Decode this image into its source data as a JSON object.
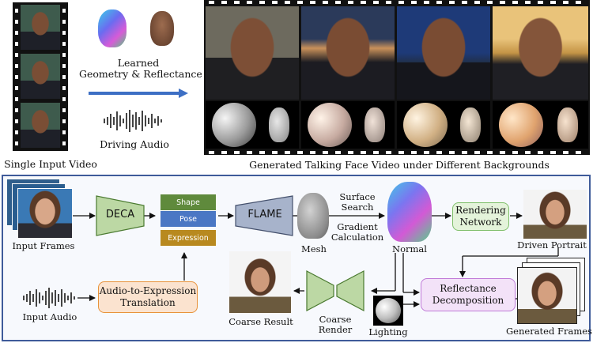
{
  "top": {
    "single_input_video": "Single Input Video",
    "learned_geometry": "Learned\nGeometry & Reflectance",
    "driving_audio": "Driving Audio",
    "generated_caption": "Generated Talking Face Video under Different Backgrounds"
  },
  "pipeline": {
    "input_frames": "Input Frames",
    "deca": "DECA",
    "shape": "Shape",
    "pose": "Pose",
    "expression": "Expression",
    "flame": "FLAME",
    "mesh": "Mesh",
    "surface_search": "Surface\nSearch",
    "gradient_calc": "Gradient\nCalculation",
    "normal": "Normal",
    "rendering_network": "Rendering\nNetwork",
    "driven_portrait": "Driven Portrait",
    "input_audio": "Input Audio",
    "audio_to_expression": "Audio-to-Expression\nTranslation",
    "coarse_result": "Coarse Result",
    "coarse_render": "Coarse\nRender",
    "lighting": "Lighting",
    "reflectance_decomposition": "Reflectance\nDecomposition",
    "generated_frames": "Generated Frames"
  },
  "colors": {
    "panel_border": "#3f5b9a",
    "panel_bg": "#f7f9fd",
    "deca": "#bcd8a4",
    "flame": "#a7b3cb",
    "shape": "#5f8a3c",
    "pose": "#4a77c4",
    "expression": "#b8891f",
    "audio_box_border": "#e8923a",
    "audio_box_fill": "#fbe3cf",
    "rendering_border": "#7fbf6a",
    "rendering_fill": "#e4f3da",
    "reflectance_border": "#c07ad8",
    "reflectance_fill": "#f3e2f8",
    "arrow_blue": "#3d6fc4"
  }
}
